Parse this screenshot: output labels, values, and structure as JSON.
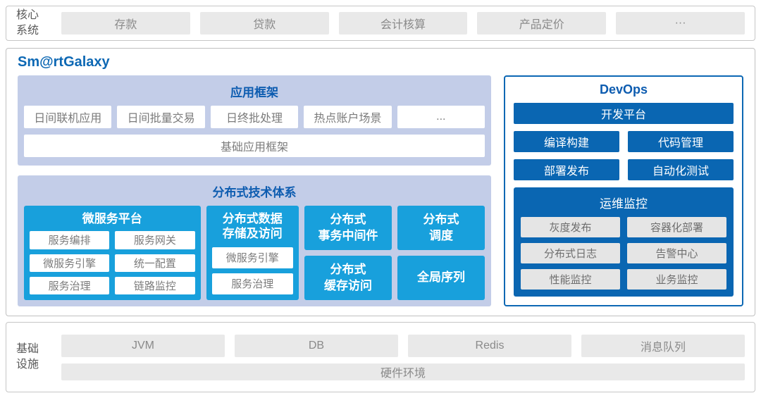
{
  "colors": {
    "accent_blue": "#0d68b4",
    "cyan": "#18a0dc",
    "dark_blue": "#0a66b2",
    "lavender": "#c3cde8",
    "gray_box": "#e9e9e9"
  },
  "core_systems": {
    "label": "核心\n系统",
    "items": [
      "存款",
      "贷款",
      "会计核算",
      "产品定价",
      "···"
    ]
  },
  "platform": {
    "title": "Sm@rtGalaxy",
    "app_framework": {
      "title": "应用框架",
      "items": [
        "日间联机应用",
        "日间批量交易",
        "日终批处理",
        "热点账户场景",
        "..."
      ],
      "base": "基础应用框架"
    },
    "distributed": {
      "title": "分布式技术体系",
      "microservice": {
        "title": "微服务平台",
        "items": [
          "服务编排",
          "服务网关",
          "微服务引擎",
          "统一配置",
          "服务治理",
          "链路监控"
        ]
      },
      "storage": {
        "title": "分布式数据\n存储及访问",
        "items": [
          "微服务引擎",
          "服务治理"
        ]
      },
      "blocks": [
        "分布式\n事务中间件",
        "分布式\n调度",
        "分布式\n缓存访问",
        "全局序列"
      ]
    },
    "devops": {
      "title": "DevOps",
      "dev_platform": "开发平台",
      "tools": [
        "编译构建",
        "代码管理",
        "部署发布",
        "自动化测试"
      ],
      "monitoring": {
        "title": "运维监控",
        "items": [
          "灰度发布",
          "容器化部署",
          "分布式日志",
          "告警中心",
          "性能监控",
          "业务监控"
        ]
      }
    }
  },
  "infrastructure": {
    "label": "基础\n设施",
    "items": [
      "JVM",
      "DB",
      "Redis",
      "消息队列"
    ],
    "hardware": "硬件环境"
  }
}
